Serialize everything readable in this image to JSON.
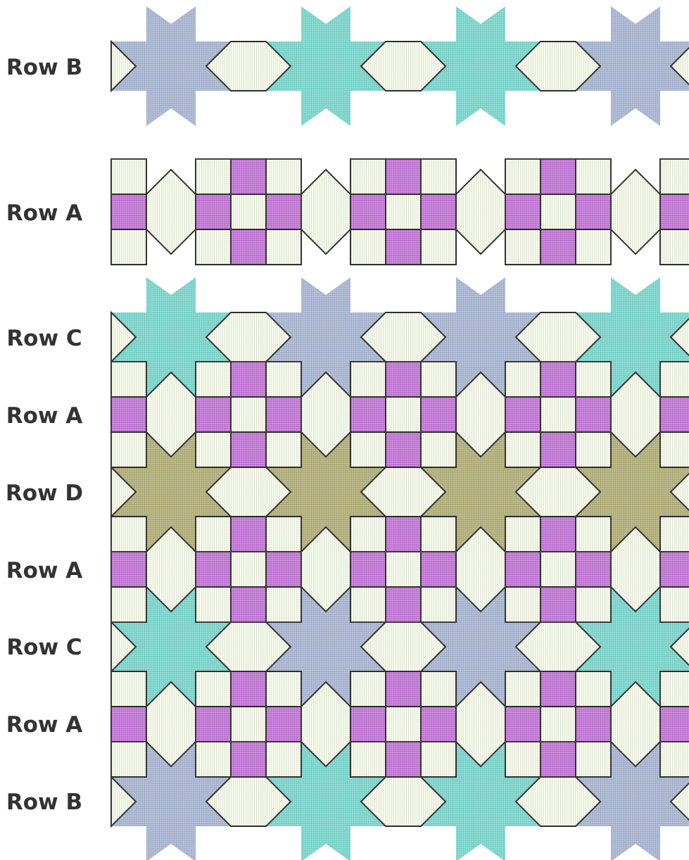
{
  "labels": {
    "standalone_b": "Row B",
    "standalone_a": "Row A",
    "assembled": [
      "Row C",
      "Row A",
      "Row D",
      "Row A",
      "Row C",
      "Row A",
      "Row B"
    ]
  },
  "colors": {
    "cream": "#f4f8e8",
    "purple": "#c57ad9",
    "turquoise": "#7fd8cf",
    "blue_grey": "#acb9d4",
    "olive": "#b5b27e",
    "outline": "#2f2f2f",
    "label": "#333333"
  },
  "star_colors": {
    "standalone_b": [
      "blue_grey",
      "turquoise",
      "turquoise",
      "blue_grey"
    ],
    "assembled": {
      "Row C": [
        "turquoise",
        "blue_grey",
        "blue_grey",
        "turquoise"
      ],
      "Row D": [
        "olive",
        "olive",
        "olive",
        "olive"
      ],
      "Row B": [
        "blue_grey",
        "turquoise",
        "turquoise",
        "blue_grey"
      ]
    }
  }
}
